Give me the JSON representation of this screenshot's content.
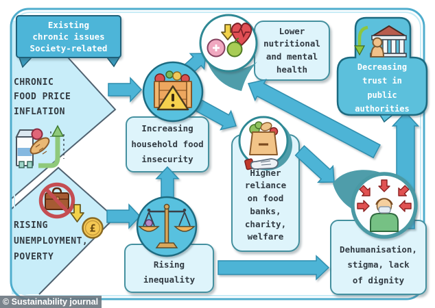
{
  "page": {
    "credit": "© Sustainability journal"
  },
  "colors": {
    "canvas_border": "#4fadcd",
    "chevron_fill": "#c8edf9",
    "banner_fill": "#4db5d8",
    "node_circle_fill": "#59c1df",
    "arrow_fill": "#4db4d6",
    "box_fill": "#def4fb",
    "box_border": "#44909f",
    "trust_blob_fill": "#5cc0dc",
    "teal_accent": "#4f9daa",
    "text_dark": "#313a42",
    "text_light": "#ffffff"
  },
  "nodes": {
    "banner": {
      "label": "Existing\nchronic issues\nSociety-related"
    },
    "chronic_inflation": {
      "label": "CHRONIC\nFOOD PRICE\nINFLATION"
    },
    "rising_unemployment": {
      "label": "RISING\nUNEMPLOYMENT,\nPOVERTY"
    },
    "food_insecurity": {
      "label": "Increasing\nhousehold food\ninsecurity"
    },
    "nutrition_health": {
      "label": "Lower\nnutritional\nand mental\nhealth"
    },
    "food_banks": {
      "label": "Higher\nreliance\non food\nbanks,\ncharity,\nwelfare"
    },
    "public_trust": {
      "label": "Decreasing\ntrust in\npublic\nauthorities"
    },
    "dehumanisation": {
      "label": "Dehumanisation,\nstigma, lack\nof dignity"
    },
    "inequality": {
      "label": "Rising\ninequality"
    }
  },
  "icons": {
    "warning_mark": "!",
    "pound_symbol": "£"
  }
}
